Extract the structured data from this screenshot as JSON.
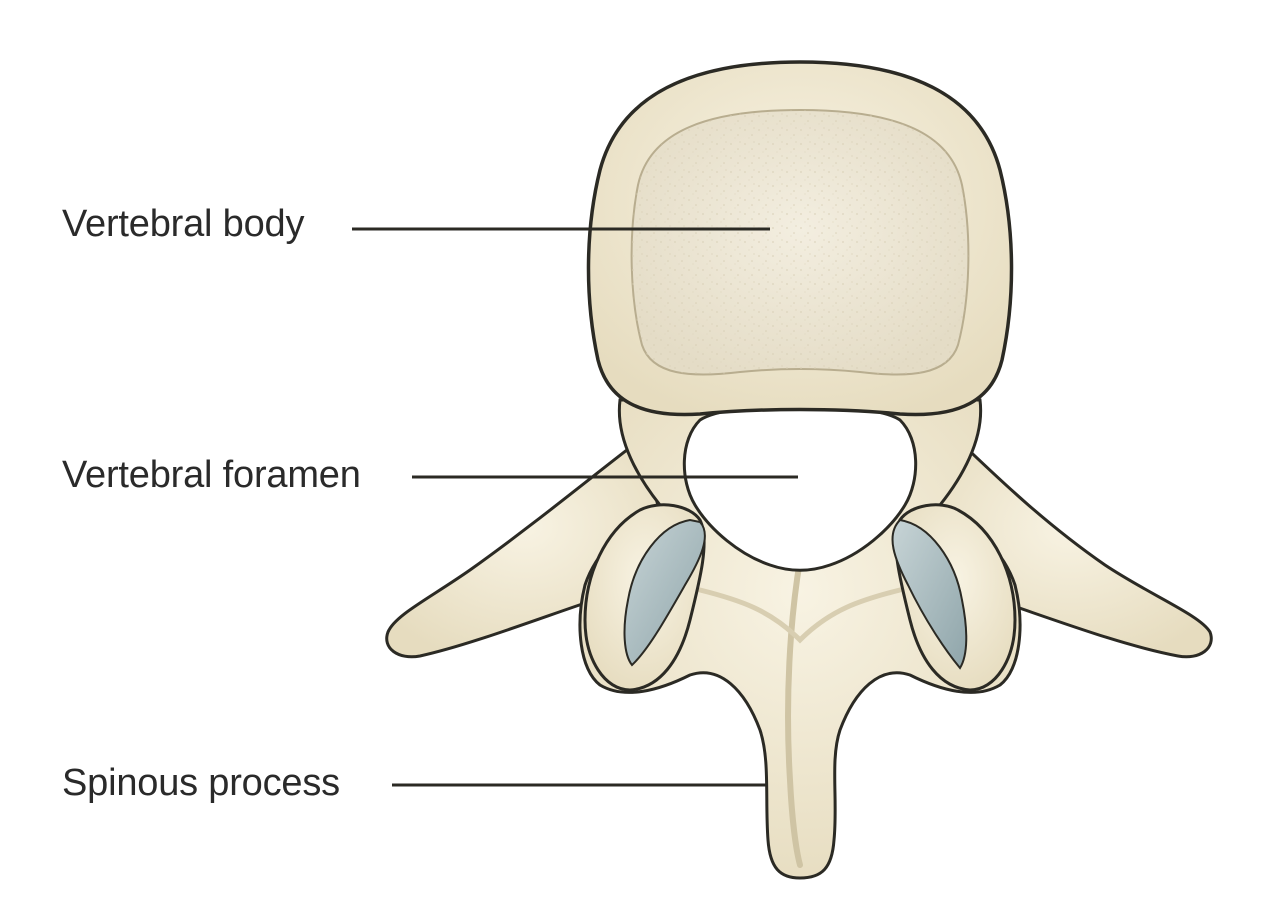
{
  "labels": {
    "vertebral_body": "Vertebral body",
    "vertebral_foramen": "Vertebral foramen",
    "spinous_process": "Spinous process"
  },
  "colors": {
    "bone_fill": "#efe7cf",
    "bone_highlight": "#f8f3e3",
    "bone_outline": "#2b2a24",
    "cancellous_fill": "#ece6d4",
    "articular_cartilage": "#a9bcc0",
    "leader_line": "#2b2a24",
    "text": "#2a2a2a"
  }
}
